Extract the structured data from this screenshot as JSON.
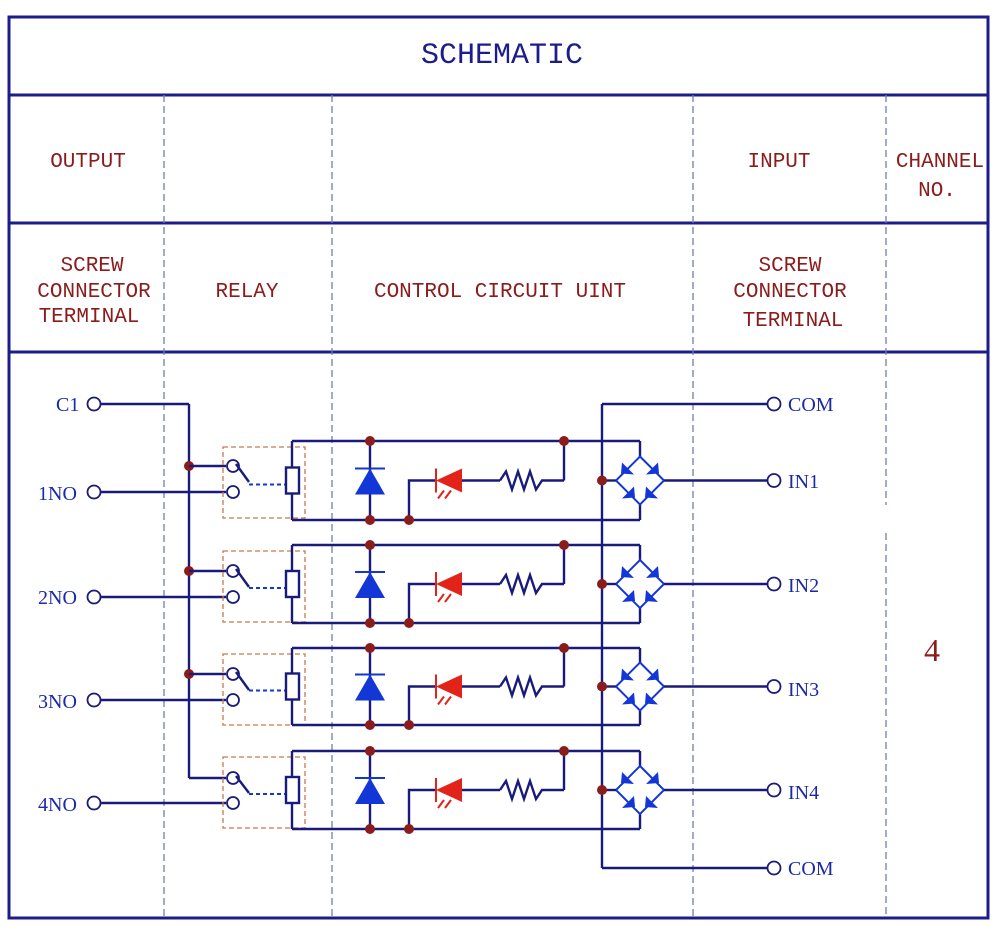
{
  "title": "SCHEMATIC",
  "headers": {
    "row1": {
      "output": "OUTPUT",
      "input": "INPUT",
      "channel_no": [
        "CHANNEL",
        "NO."
      ]
    },
    "row2": {
      "screw_connector_left": [
        "SCREW",
        "CONNECTOR",
        "TERMINAL"
      ],
      "relay": "RELAY",
      "control_circuit": "CONTROL CIRCUIT UINT",
      "screw_connector_right": [
        "SCREW",
        "CONNECTOR",
        "TERMINAL"
      ]
    }
  },
  "output_terminals": [
    "C1",
    "1NO",
    "2NO",
    "3NO",
    "4NO"
  ],
  "input_terminals": [
    "COM",
    "IN1",
    "IN2",
    "IN3",
    "IN4",
    "COM"
  ],
  "channel_count": "4",
  "colors": {
    "frame": "#1c1c8a",
    "header_text": "#8b1c1c",
    "terminal_text": "#1a2aa6",
    "wire": "#1a1a7a",
    "junction": "#8b1c1c",
    "diode": "#1336d6",
    "led": "#e2231a",
    "relay_box": "#c87a4a"
  }
}
